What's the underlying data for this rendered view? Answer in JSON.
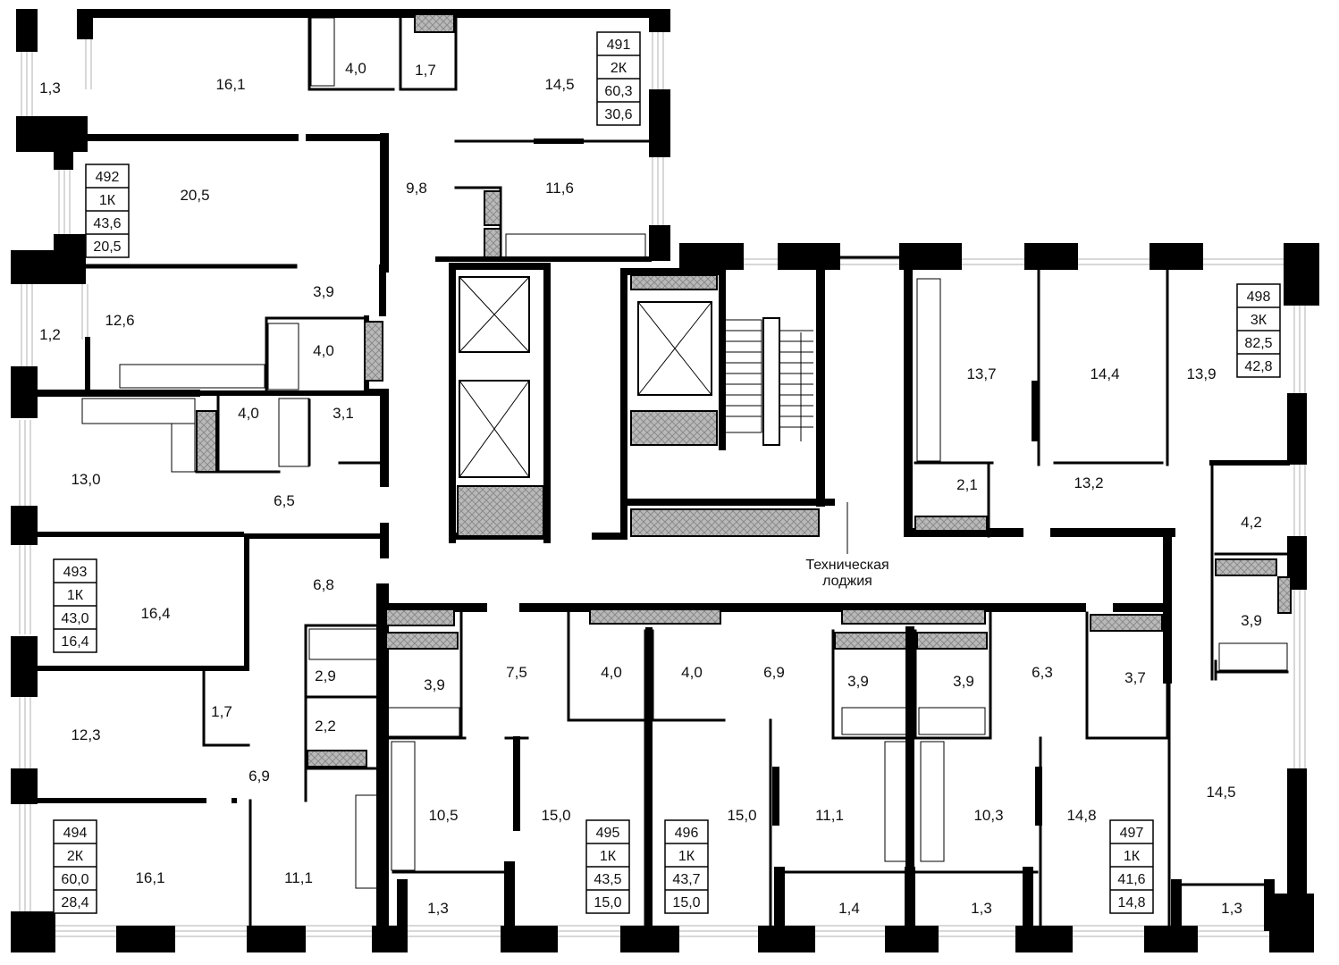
{
  "apartments": [
    {
      "number": "491",
      "type": "2К",
      "total_area": "60,3",
      "living_area": "30,6"
    },
    {
      "number": "492",
      "type": "1К",
      "total_area": "43,6",
      "living_area": "20,5"
    },
    {
      "number": "493",
      "type": "1К",
      "total_area": "43,0",
      "living_area": "16,4"
    },
    {
      "number": "494",
      "type": "2К",
      "total_area": "60,0",
      "living_area": "28,4"
    },
    {
      "number": "495",
      "type": "1К",
      "total_area": "43,5",
      "living_area": "15,0"
    },
    {
      "number": "496",
      "type": "1К",
      "total_area": "43,7",
      "living_area": "15,0"
    },
    {
      "number": "497",
      "type": "1К",
      "total_area": "41,6",
      "living_area": "14,8"
    },
    {
      "number": "498",
      "type": "3К",
      "total_area": "82,5",
      "living_area": "42,8"
    }
  ],
  "rooms": {
    "r01": "1,3",
    "r02": "16,1",
    "r03": "4,0",
    "r04": "1,7",
    "r05": "14,5",
    "r06": "20,5",
    "r07": "9,8",
    "r08": "11,6",
    "r09": "1,2",
    "r10": "12,6",
    "r11": "3,9",
    "r12": "4,0",
    "r13": "13,0",
    "r14": "4,0",
    "r15": "3,1",
    "r16": "6,5",
    "r17": "16,4",
    "r18": "6,8",
    "r19": "12,3",
    "r20": "1,7",
    "r21": "2,9",
    "r22": "2,2",
    "r23": "6,9",
    "r24": "16,1",
    "r25": "11,1",
    "r26": "3,9",
    "r27": "7,5",
    "r28": "4,0",
    "r29": "10,5",
    "r30": "15,0",
    "r31": "1,3",
    "r32": "4,0",
    "r33": "6,9",
    "r34": "15,0",
    "r35": "11,1",
    "r36": "1,4",
    "r37": "3,9",
    "r38": "3,9",
    "r39": "10,3",
    "r40": "1,3",
    "r41": "6,3",
    "r42": "3,7",
    "r43": "14,8",
    "r44": "14,5",
    "r45": "1,3",
    "r46": "13,7",
    "r47": "14,4",
    "r48": "13,9",
    "r49": "2,1",
    "r50": "13,2",
    "r51": "4,2",
    "r52": "3,9"
  },
  "technical_loggia": {
    "line1": "Техническая",
    "line2": "лоджия"
  }
}
